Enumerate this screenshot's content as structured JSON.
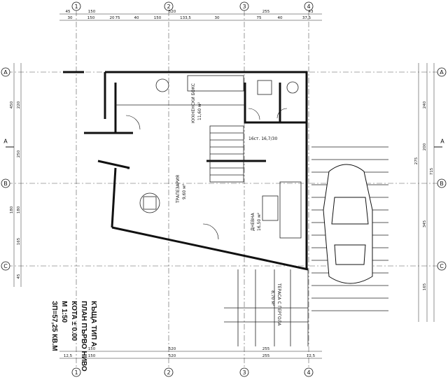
{
  "axes": {
    "vertical": [
      "1",
      "2",
      "3",
      "4"
    ],
    "horizontal": [
      "A",
      "B",
      "C"
    ]
  },
  "top_dims_row1": [
    "45",
    "150",
    "520",
    "255",
    "43"
  ],
  "top_dims_row2": [
    "30",
    "150",
    "20",
    "75",
    "40",
    "150",
    "133,5",
    "30",
    "75",
    "40",
    "37,5"
  ],
  "bottom_dims_row1": [
    "12,5",
    "150",
    "520",
    "255",
    "12,5"
  ],
  "bottom_dims_row2": [
    "150",
    "520",
    "255"
  ],
  "left_dims": [
    "450",
    "220",
    "250",
    "180",
    "165",
    "180",
    "45"
  ],
  "right_dims": [
    "240",
    "200",
    "345",
    "715",
    "165",
    "275"
  ],
  "rooms": {
    "kitchen": "КУХНЕНСКИ БОКС",
    "kitchen_area": "11,60 м²",
    "dining": "ТРАПЕЗАРИЯ",
    "dining_area": "9,60 м²",
    "living": "ДНЕВНА",
    "living_area": "16,50 м²",
    "terrace": "ТЕРАСА С ПЕРГОЛА",
    "terrace_area": "8,70 м²",
    "stairs": "16ст. 16,7/30"
  },
  "title": {
    "line1": "КЪЩА ТИП А",
    "line2": "ПЛАН ПЪРВО НИВО",
    "line3": "КОТА ± 0.00",
    "line4": "М 1:50",
    "line5": "ЗП=57,25 КВ.М"
  },
  "section_marks": [
    "А",
    "А"
  ]
}
